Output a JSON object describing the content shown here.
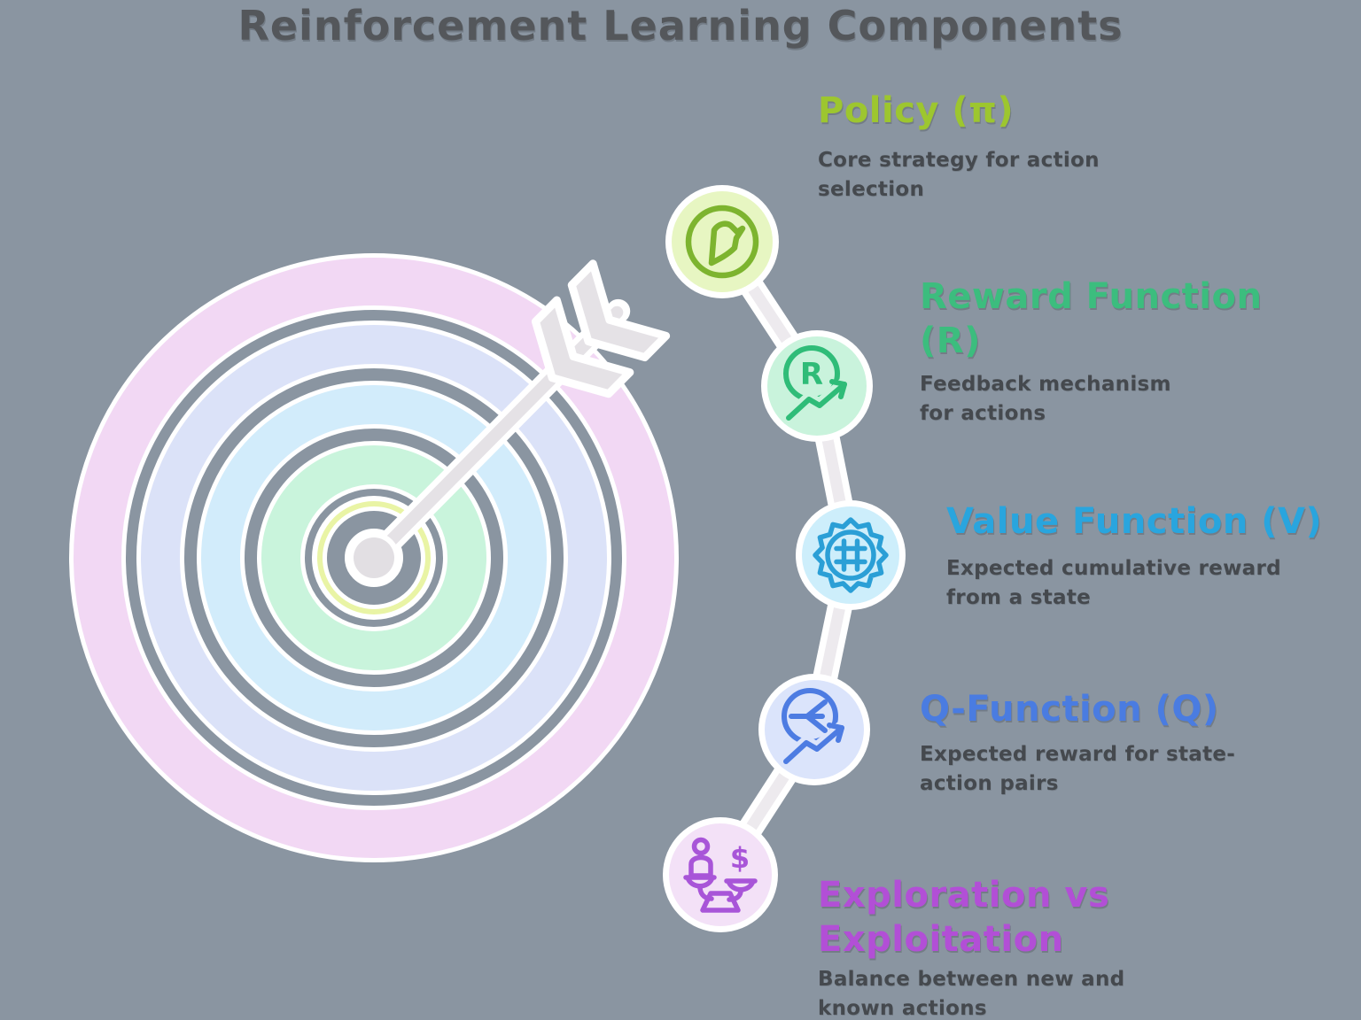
{
  "title": "Reinforcement Learning Components",
  "colors": {
    "background": "#8a95a1",
    "title_text": "#54575b",
    "body_text": "#45494e",
    "connector_outline": "#ffffff",
    "connector_core": "#edeaee",
    "arrow_fill": "#e5e2e6",
    "arrow_outline": "#ffffff",
    "bullseye_dot": "#e2dfe3"
  },
  "target": {
    "name": "bullseye target with arrow",
    "rings": [
      {
        "position": "outer",
        "color": "#f2d8f4"
      },
      {
        "position": "second",
        "color": "#dbe2f8"
      },
      {
        "position": "third",
        "color": "#d2ecfb"
      },
      {
        "position": "fourth",
        "color": "#c9f4dc"
      },
      {
        "position": "center",
        "color": "#e9f4a5"
      }
    ]
  },
  "components": [
    {
      "heading": "Policy (π)",
      "description": "Core strategy for action selection",
      "heading_color": "#9dc62f",
      "icon": "policy-flag-icon",
      "icon_bg": "#e7f6c2",
      "icon_stroke": "#7db42f"
    },
    {
      "heading": "Reward Function (R)",
      "description": "Feedback mechanism for actions",
      "heading_color": "#3cbd7e",
      "icon": "reward-trend-icon",
      "icon_bg": "#c9f3dc",
      "icon_stroke": "#2fbc78",
      "glyph": "R"
    },
    {
      "heading": "Value Function (V)",
      "description": "Expected cumulative reward from a state",
      "heading_color": "#29a5de",
      "icon": "value-badge-hash-icon",
      "icon_bg": "#cdeefb",
      "icon_stroke": "#2b9fd6"
    },
    {
      "heading": "Q-Function (Q)",
      "description": "Expected reward for state-action pairs",
      "heading_color": "#4a7ce1",
      "icon": "q-trend-icon",
      "icon_bg": "#dbe4fb",
      "icon_stroke": "#4d7ce2"
    },
    {
      "heading": "Exploration vs Exploitation",
      "description": "Balance between new and known actions",
      "heading_color": "#b24fd6",
      "icon": "balance-scale-icon",
      "icon_bg": "#f3e1f7",
      "icon_stroke": "#a855d8",
      "glyph": "$"
    }
  ]
}
